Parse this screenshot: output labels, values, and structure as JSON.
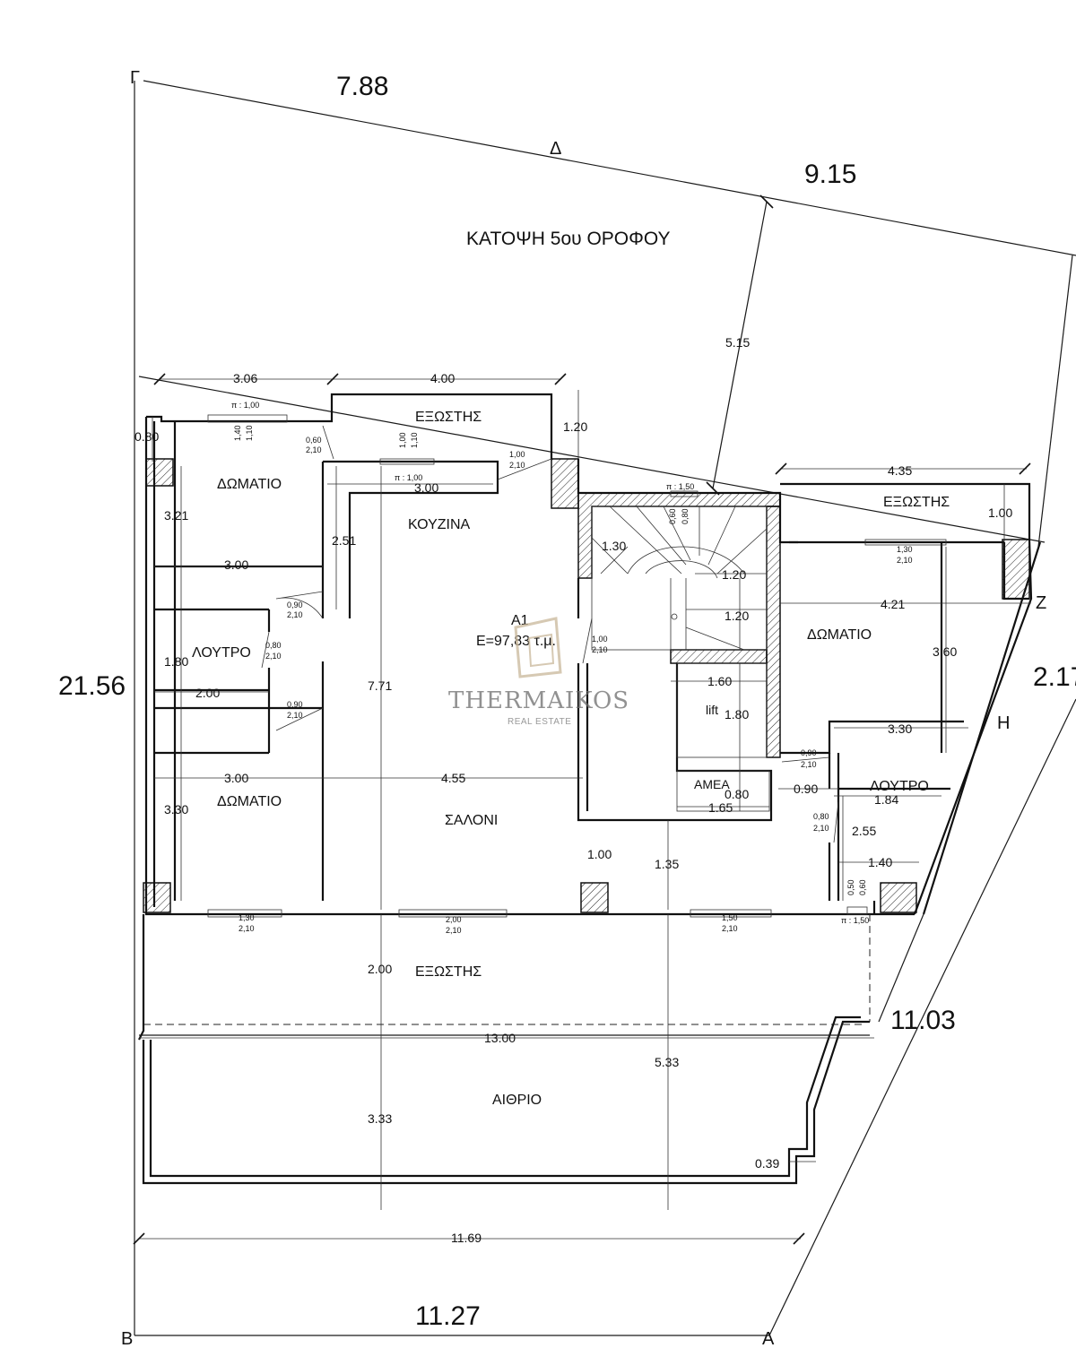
{
  "title": "ΚΑΤΟΨΗ 5ου ΟΡΟΦΟΥ",
  "site": {
    "points": {
      "gamma": "Γ",
      "delta": "Δ",
      "beta": "Β",
      "alpha": "Α",
      "zeta": "Ζ",
      "eta": "Η"
    },
    "lengths": {
      "top_left": "7.88",
      "top_right": "9.15",
      "left": "21.56",
      "right": "2.17",
      "bottom": "11.27",
      "right_lower": "11.03",
      "diag_inner": "5.15"
    }
  },
  "apartment": {
    "label": "Α1",
    "area": "E=97,83 τ.μ."
  },
  "rooms": {
    "balcony_top": "ΕΞΩΣΤΗΣ",
    "balcony_right": "ΕΞΩΣΤΗΣ",
    "balcony_bottom": "ΕΞΩΣΤΗΣ",
    "bedroom_tl": "ΔΩΜΑΤΙΟ",
    "bedroom_bl": "ΔΩΜΑΤΙΟ",
    "bedroom_r": "ΔΩΜΑΤΙΟ",
    "kitchen": "ΚΟΥΖΙΝΑ",
    "bath_l": "ΛΟΥΤΡΟ",
    "bath_r": "ΛΟΥΤΡΟ",
    "living": "ΣΑΛΟΝΙ",
    "atrium": "ΑΙΘΡΙΟ",
    "lift": "lift",
    "amea": "ΑΜΕΑ"
  },
  "dims": {
    "d306": "3.06",
    "d400": "4.00",
    "d120a": "1.20",
    "d080a": "0.80",
    "d321": "3.21",
    "d300a": "3.00",
    "d251": "2.51",
    "d300k": "3.00",
    "d180a": "1.80",
    "d200a": "2.00",
    "d771": "7.71",
    "d300b": "3.00",
    "d455": "4.55",
    "d330": "3.30",
    "d130": "1.30",
    "d120b": "1.20",
    "d120c": "1.20",
    "d160": "1.60",
    "d180b": "1.80",
    "d080b": "0.80",
    "d165": "1.65",
    "d090": "0.90",
    "d100a": "1.00",
    "d135": "1.35",
    "d435": "4.35",
    "d100b": "1.00",
    "d421": "4.21",
    "d360": "3.60",
    "d330r": "3.30",
    "d184": "1.84",
    "d255": "2.55",
    "d140": "1.40",
    "d200b": "2.00",
    "d1300": "13.00",
    "d533": "5.33",
    "d333": "3.33",
    "d039": "0.39",
    "d1169": "11.69"
  },
  "openings": {
    "w_pi100a": "π : 1,00",
    "w_140_110_a": "1,40",
    "w_140_110_b": "1,10",
    "w_060": "0,60",
    "w_060b": "2,10",
    "w_100_110_a": "1,00",
    "w_100_110_b": "1,10",
    "w_pi100b": "π : 1,00",
    "w_100_210_a": "1,00",
    "w_100_210_b": "2,10",
    "w_pi150": "π : 1,50",
    "w_060_080_a": "0,60",
    "w_060_080_b": "0,80",
    "w_130_r_a": "1,30",
    "w_130_r_b": "2,10",
    "d_090a_a": "0,90",
    "d_090a_b": "2,10",
    "d_080a_a": "0,80",
    "d_080a_b": "2,10",
    "d_090b_a": "0,90",
    "d_090b_b": "2,10",
    "d_100c_a": "1,00",
    "d_100c_b": "2,10",
    "d_090r_a": "0,90",
    "d_090r_b": "2,10",
    "d_080r_a": "0,80",
    "d_080r_b": "2,10",
    "w_050_a": "0,50",
    "w_050_b": "0,60",
    "w_pi150b": "π : 1,50",
    "s_130_a": "1,30",
    "s_130_b": "2,10",
    "s_200_a": "2,00",
    "s_200_b": "2,10",
    "s_150_a": "1,50",
    "s_150_b": "2,10"
  },
  "brand": {
    "name": "THERMAIKOS",
    "sub": "REAL ESTATE",
    "color": "#6d6d6d",
    "logo_color": "#c9b79a"
  }
}
